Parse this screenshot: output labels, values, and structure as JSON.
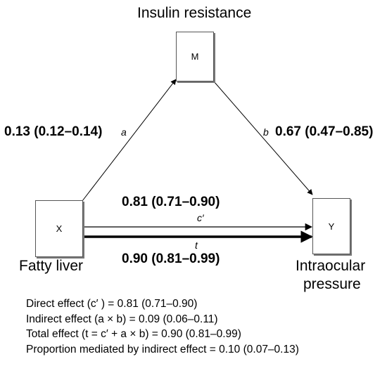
{
  "nodes": {
    "mediator": {
      "symbol": "M",
      "title": "Insulin resistance"
    },
    "exposure": {
      "symbol": "X",
      "title": "Fatty liver"
    },
    "outcome": {
      "symbol": "Y",
      "title_line1": "Intraocular",
      "title_line2": "pressure"
    }
  },
  "paths": {
    "a": {
      "label": "a",
      "estimate": "0.13 (0.12–0.14)"
    },
    "b": {
      "label": "b",
      "estimate": "0.67 (0.47–0.85)"
    },
    "c_prime": {
      "label": "c′",
      "estimate": "0.81 (0.71–0.90)"
    },
    "t": {
      "label": "t",
      "estimate": "0.90 (0.81–0.99)"
    }
  },
  "summary": [
    "Direct effect (c′ ) = 0.81 (0.71–0.90)",
    "Indirect effect (a × b) = 0.09 (0.06–0.11)",
    "Total effect (t = c′ + a × b) = 0.90 (0.81–0.99)",
    "Proportion mediated by indirect effect = 0.10 (0.07–0.13)"
  ]
}
